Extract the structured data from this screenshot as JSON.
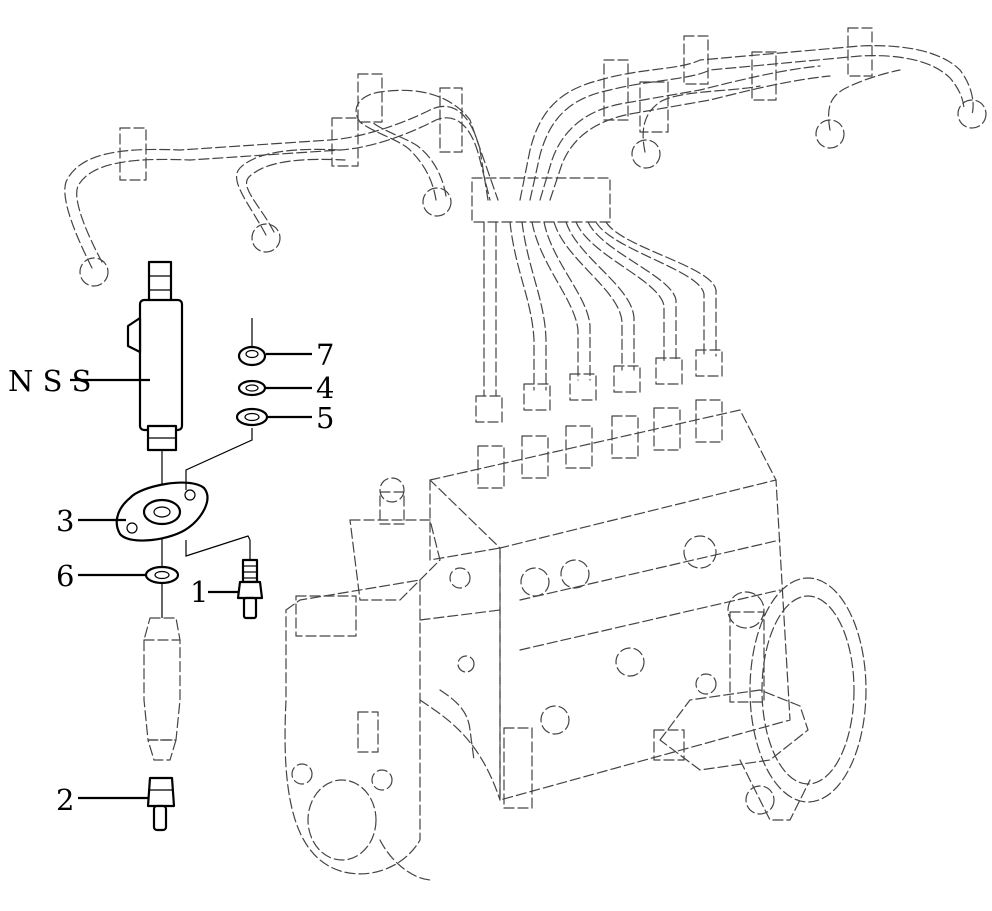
{
  "labels": {
    "nss": "N S S",
    "p1": "1",
    "p2": "2",
    "p3": "3",
    "p4": "4",
    "p5": "5",
    "p6": "6",
    "p7": "7"
  }
}
